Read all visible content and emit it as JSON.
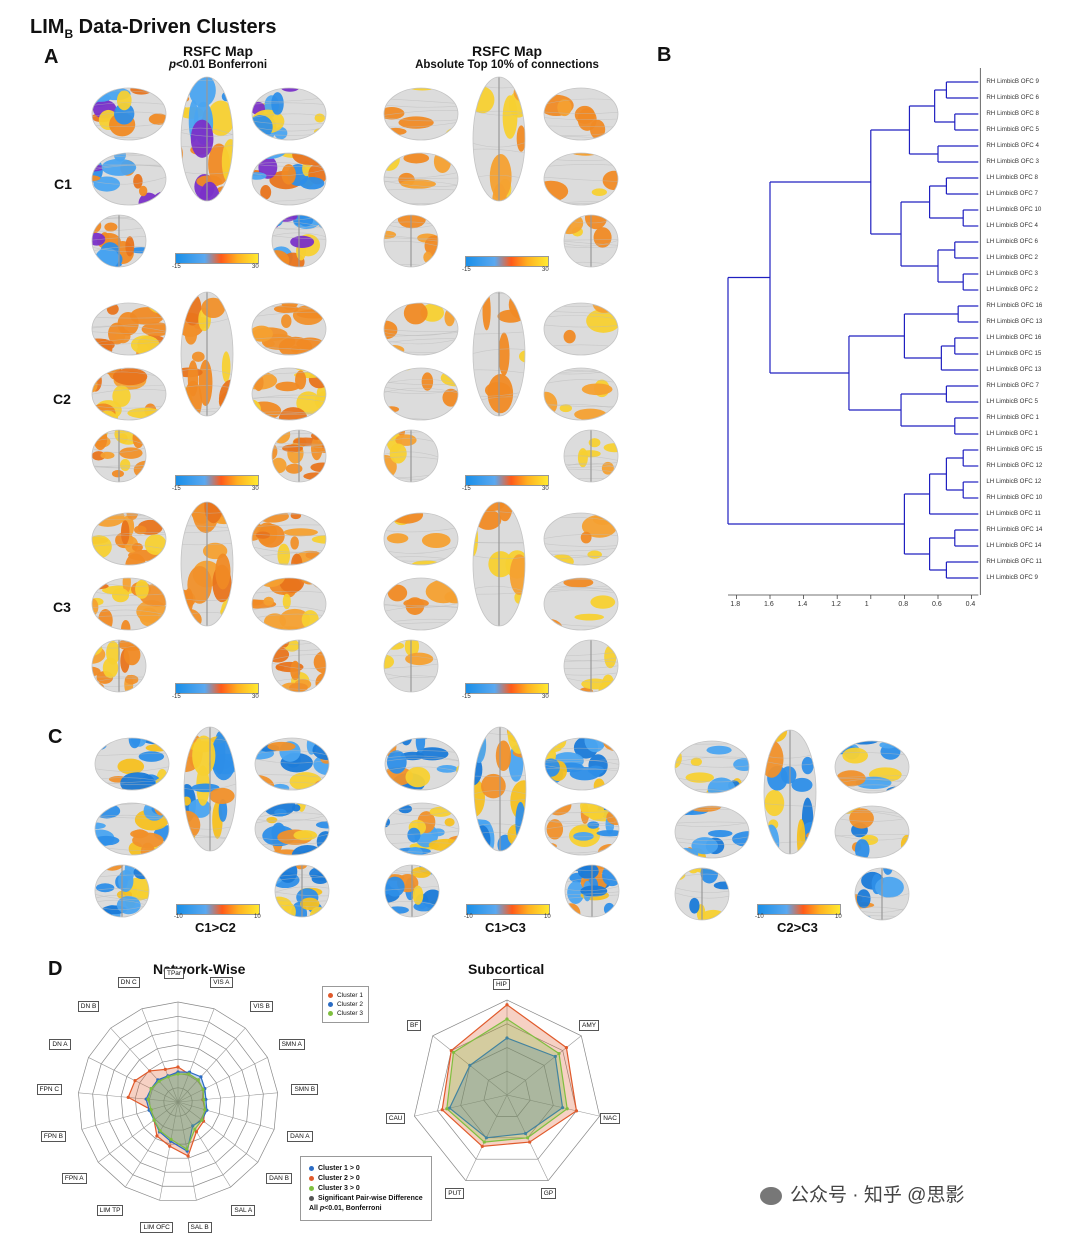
{
  "figure": {
    "title_main": "LIM",
    "title_sub": "B",
    "title_rest": " Data-Driven Clusters"
  },
  "panels": {
    "a": "A",
    "b": "B",
    "c": "C",
    "d": "D"
  },
  "panel_a": {
    "left_header": "RSFC Map",
    "left_sub_p": "p",
    "left_sub_rest": "<0.01 Bonferroni",
    "right_header": "RSFC Map",
    "right_sub": "Absolute Top 10% of connections",
    "rows": [
      "C1",
      "C2",
      "C3"
    ],
    "colorbar_min": "-15",
    "colorbar_max": "30"
  },
  "panel_b": {
    "labels": [
      "RH LimbicB OFC 9",
      "RH LimbicB OFC 6",
      "RH LimbicB OFC 8",
      "RH LimbicB OFC 5",
      "RH LimbicB OFC 4",
      "RH LimbicB OFC 3",
      "LH LimbicB OFC 8",
      "LH LimbicB OFC 7",
      "LH LimbicB OFC 10",
      "LH LimbicB OFC 4",
      "LH LimbicB OFC 6",
      "LH LimbicB OFC 2",
      "LH LimbicB OFC 3",
      "LH LimbicB OFC 2",
      "RH LimbicB OFC 16",
      "RH LimbicB OFC 13",
      "LH LimbicB OFC 16",
      "LH LimbicB OFC 15",
      "LH LimbicB OFC 13",
      "RH LimbicB OFC 7",
      "LH LimbicB OFC 5",
      "RH LimbicB OFC 1",
      "LH LimbicB OFC 1",
      "RH LimbicB OFC 15",
      "RH LimbicB OFC 12",
      "LH LimbicB OFC 12",
      "RH LimbicB OFC 10",
      "LH LimbicB OFC 11",
      "RH LimbicB OFC 14",
      "LH LimbicB OFC 14",
      "RH LimbicB OFC 11",
      "LH LimbicB OFC 9"
    ],
    "axis_ticks": [
      "1.8",
      "1.6",
      "1.4",
      "1.2",
      "1",
      "0.8",
      "0.6",
      "0.4"
    ],
    "line_color": "#2020c0"
  },
  "panel_c": {
    "contrasts": [
      "C1>C2",
      "C1>C3",
      "C2>C3"
    ],
    "colorbar_min": "-10",
    "colorbar_max": "10"
  },
  "panel_d": {
    "network_title": "Network-Wise",
    "network_labels": [
      "VIS A",
      "VIS B",
      "SMN A",
      "SMN B",
      "DAN A",
      "DAN B",
      "SAL A",
      "SAL B",
      "LIM OFC",
      "LIM TP",
      "FPN A",
      "FPN B",
      "FPN C",
      "DN A",
      "DN B",
      "DN C",
      "TPar"
    ],
    "cluster_legend": [
      "Cluster 1",
      "Cluster 2",
      "Cluster 3"
    ],
    "cluster_colors": [
      "#e05a2b",
      "#2b6cc4",
      "#7fbf3f"
    ],
    "sub_title": "Subcortical",
    "sub_labels": [
      "HIP",
      "AMY",
      "NAC",
      "GP",
      "PUT",
      "CAU",
      "BF"
    ],
    "legend_items": [
      "Cluster 1 > 0",
      "Cluster 2 > 0",
      "Cluster 3 > 0",
      "Significant Pair-wise Difference"
    ],
    "legend_note_p": "p",
    "legend_note_pre": "All ",
    "legend_note_post": "<0.01, Bonferroni"
  },
  "watermark": "公众号 · 知乎 @思影"
}
